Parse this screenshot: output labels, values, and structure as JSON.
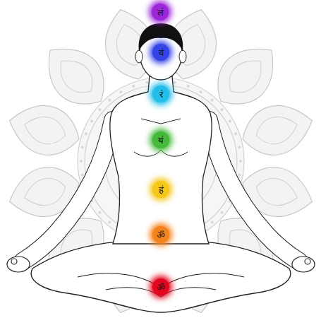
{
  "diagram": {
    "nodes": [
      {
        "text": [
          "लं"
        ]
      },
      {
        "text": [
          "वं"
        ]
      },
      {
        "text": [
          "रं"
        ]
      },
      {
        "text": [
          "यं"
        ]
      },
      {
        "text": [
          "हं"
        ]
      },
      {
        "text": [
          "ॐ"
        ]
      },
      {
        "text": [
          "ॐ"
        ]
      }
    ]
  }
}
